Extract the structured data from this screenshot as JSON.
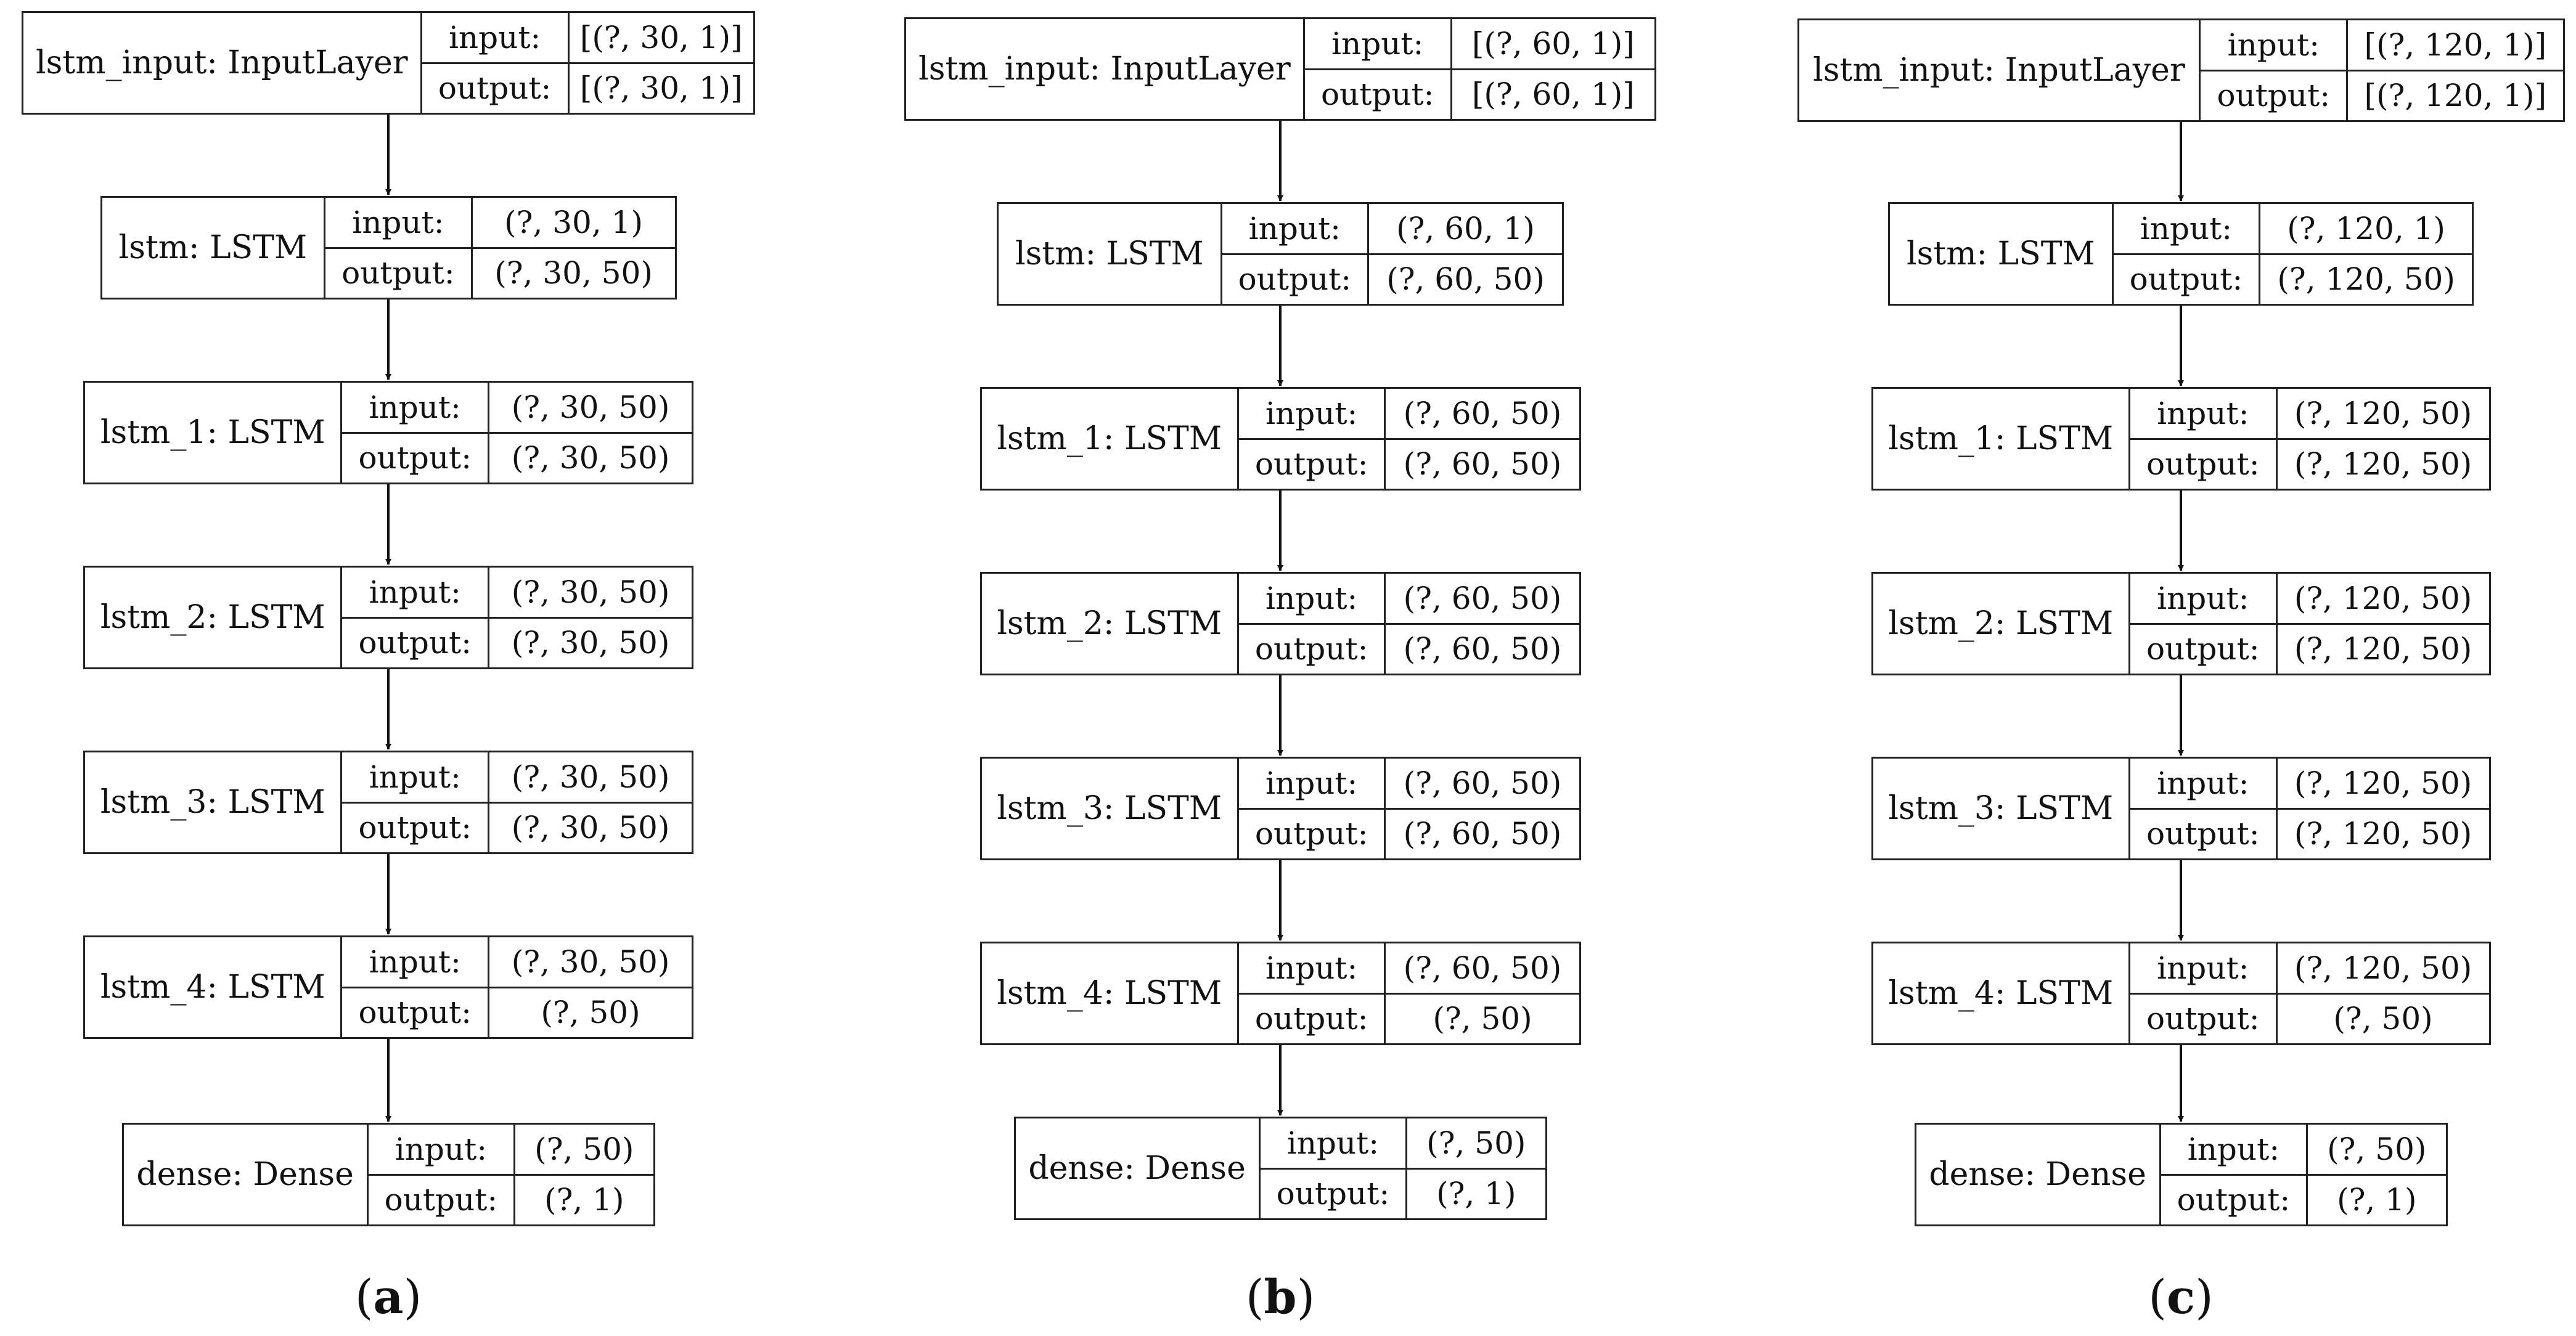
{
  "diagrams": [
    {
      "label_open": "(",
      "label_letter": "a",
      "label_close": ")",
      "layers": [
        {
          "name": "lstm_input: InputLayer",
          "input_label": "input:",
          "input": "[(?, 30, 1)]",
          "output_label": "output:",
          "output": "[(?, 30, 1)]"
        },
        {
          "name": "lstm: LSTM",
          "input_label": "input:",
          "input": "(?, 30, 1)",
          "output_label": "output:",
          "output": "(?, 30, 50)"
        },
        {
          "name": "lstm_1: LSTM",
          "input_label": "input:",
          "input": "(?, 30, 50)",
          "output_label": "output:",
          "output": "(?, 30, 50)"
        },
        {
          "name": "lstm_2: LSTM",
          "input_label": "input:",
          "input": "(?, 30, 50)",
          "output_label": "output:",
          "output": "(?, 30, 50)"
        },
        {
          "name": "lstm_3: LSTM",
          "input_label": "input:",
          "input": "(?, 30, 50)",
          "output_label": "output:",
          "output": "(?, 30, 50)"
        },
        {
          "name": "lstm_4: LSTM",
          "input_label": "input:",
          "input": "(?, 30, 50)",
          "output_label": "output:",
          "output": "(?, 50)"
        },
        {
          "name": "dense: Dense",
          "input_label": "input:",
          "input": "(?, 50)",
          "output_label": "output:",
          "output": "(?, 1)"
        }
      ]
    },
    {
      "label_open": "(",
      "label_letter": "b",
      "label_close": ")",
      "layers": [
        {
          "name": "lstm_input: InputLayer",
          "input_label": "input:",
          "input": "[(?, 60, 1)]",
          "output_label": "output:",
          "output": "[(?, 60, 1)]"
        },
        {
          "name": "lstm: LSTM",
          "input_label": "input:",
          "input": "(?, 60, 1)",
          "output_label": "output:",
          "output": "(?, 60, 50)"
        },
        {
          "name": "lstm_1: LSTM",
          "input_label": "input:",
          "input": "(?, 60, 50)",
          "output_label": "output:",
          "output": "(?, 60, 50)"
        },
        {
          "name": "lstm_2: LSTM",
          "input_label": "input:",
          "input": "(?, 60, 50)",
          "output_label": "output:",
          "output": "(?, 60, 50)"
        },
        {
          "name": "lstm_3: LSTM",
          "input_label": "input:",
          "input": "(?, 60, 50)",
          "output_label": "output:",
          "output": "(?, 60, 50)"
        },
        {
          "name": "lstm_4: LSTM",
          "input_label": "input:",
          "input": "(?, 60, 50)",
          "output_label": "output:",
          "output": "(?, 50)"
        },
        {
          "name": "dense: Dense",
          "input_label": "input:",
          "input": "(?, 50)",
          "output_label": "output:",
          "output": "(?, 1)"
        }
      ]
    },
    {
      "label_open": "(",
      "label_letter": "c",
      "label_close": ")",
      "layers": [
        {
          "name": "lstm_input: InputLayer",
          "input_label": "input:",
          "input": "[(?, 120, 1)]",
          "output_label": "output:",
          "output": "[(?, 120, 1)]"
        },
        {
          "name": "lstm: LSTM",
          "input_label": "input:",
          "input": "(?, 120, 1)",
          "output_label": "output:",
          "output": "(?, 120, 50)"
        },
        {
          "name": "lstm_1: LSTM",
          "input_label": "input:",
          "input": "(?, 120, 50)",
          "output_label": "output:",
          "output": "(?, 120, 50)"
        },
        {
          "name": "lstm_2: LSTM",
          "input_label": "input:",
          "input": "(?, 120, 50)",
          "output_label": "output:",
          "output": "(?, 120, 50)"
        },
        {
          "name": "lstm_3: LSTM",
          "input_label": "input:",
          "input": "(?, 120, 50)",
          "output_label": "output:",
          "output": "(?, 120, 50)"
        },
        {
          "name": "lstm_4: LSTM",
          "input_label": "input:",
          "input": "(?, 120, 50)",
          "output_label": "output:",
          "output": "(?, 50)"
        },
        {
          "name": "dense: Dense",
          "input_label": "input:",
          "input": "(?, 50)",
          "output_label": "output:",
          "output": "(?, 1)"
        }
      ]
    }
  ]
}
